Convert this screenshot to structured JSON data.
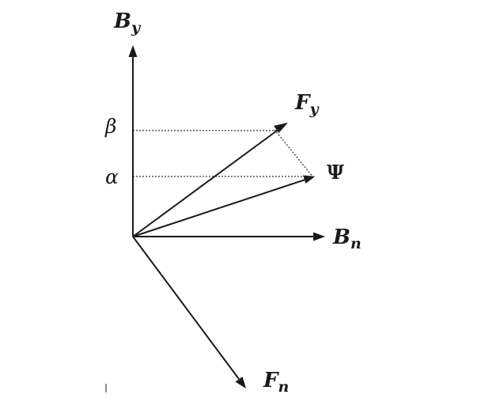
{
  "labels": {
    "b_y_main": "B",
    "b_y_sub": "y",
    "b_n_main": "B",
    "b_n_sub": "n",
    "f_y_main": "F",
    "f_y_sub": "y",
    "f_n_main": "F",
    "f_n_sub": "n",
    "psi": "Ψ",
    "beta": "β",
    "alpha": "α"
  }
}
